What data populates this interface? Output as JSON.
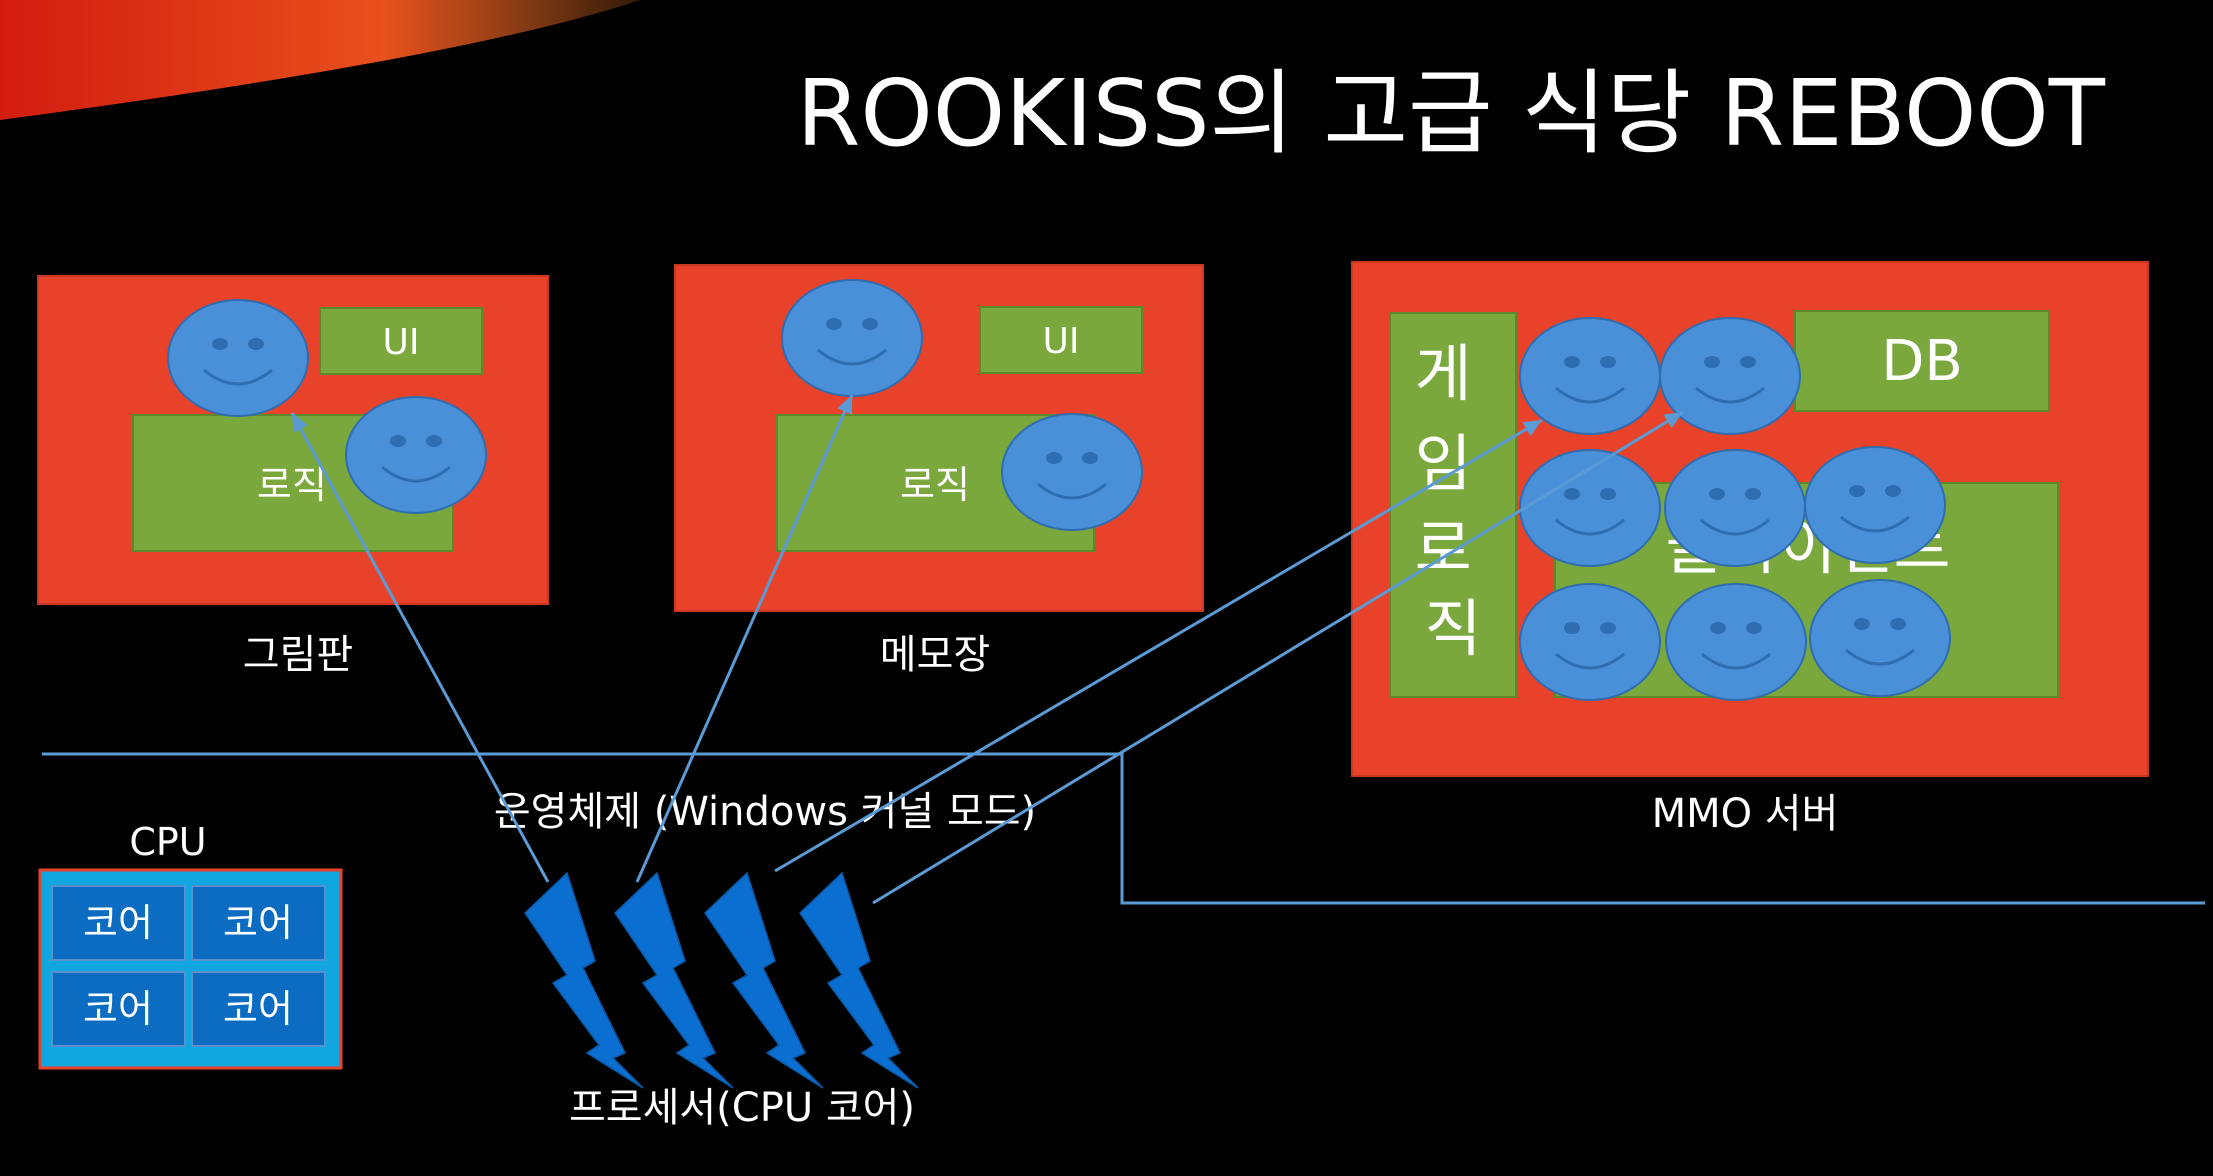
{
  "title": "ROOKISS의 고급 식당 REBOOT",
  "apps": {
    "paint": {
      "label": "그림판",
      "ui": "UI",
      "logic": "로직"
    },
    "memo": {
      "label": "메모장",
      "ui": "UI",
      "logic": "로직"
    },
    "mmo": {
      "label": "MMO 서버",
      "db": "DB",
      "game_logic": "게임로직",
      "client": "클라이언트"
    }
  },
  "os_label": "운영체제 (Windows 커널 모드)",
  "cpu": {
    "label": "CPU",
    "cores": [
      "코어",
      "코어",
      "코어",
      "코어"
    ]
  },
  "processor_label": "프로세서(CPU 코어)",
  "colors": {
    "background": "#000000",
    "process_box": "#e8432a",
    "module_box": "#7aa83c",
    "face": "#4a90d9",
    "lightning": "#0a6fd0",
    "line": "#5b9bd5",
    "cpu_frame": "#11a6e0",
    "core_box": "#0b6cc2"
  }
}
